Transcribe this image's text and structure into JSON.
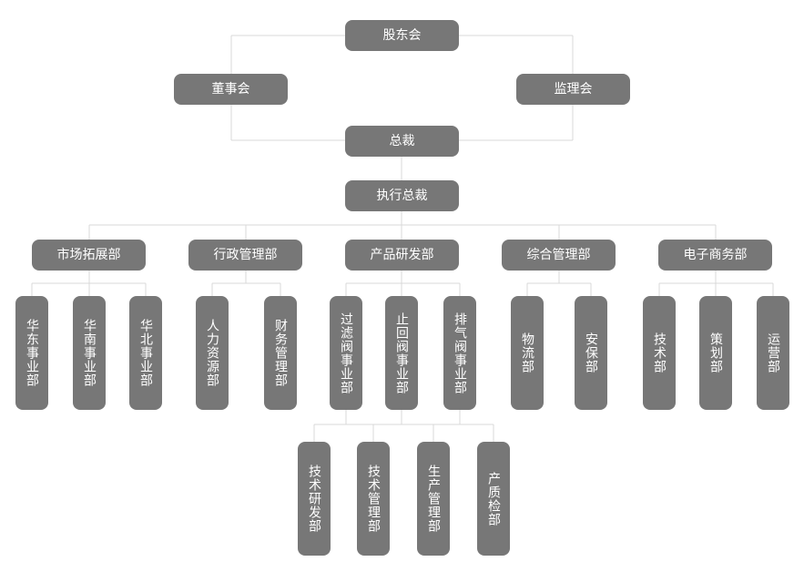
{
  "nodes": {
    "shareholders": "股东会",
    "board": "董事会",
    "supervisors": "监理会",
    "president": "总裁",
    "executive": "执行总裁",
    "market": "市场拓展部",
    "admin": "行政管理部",
    "rnd": "产品研发部",
    "general": "综合管理部",
    "ecommerce": "电子商务部",
    "east": "华东事业部",
    "south": "华南事业部",
    "north": "华北事业部",
    "hr": "人力资源部",
    "finance": "财务管理部",
    "filter": "过滤阀事业部",
    "check": "止回阀事业部",
    "exhaust": "排气阀事业部",
    "logistics": "物流部",
    "safety": "安保部",
    "tech": "技术部",
    "planning": "策划部",
    "operation": "运营部",
    "tech_rnd": "技术研发部",
    "tech_mgmt": "技术管理部",
    "prod_mgmt": "生产管理部",
    "qc": "产质检部"
  }
}
